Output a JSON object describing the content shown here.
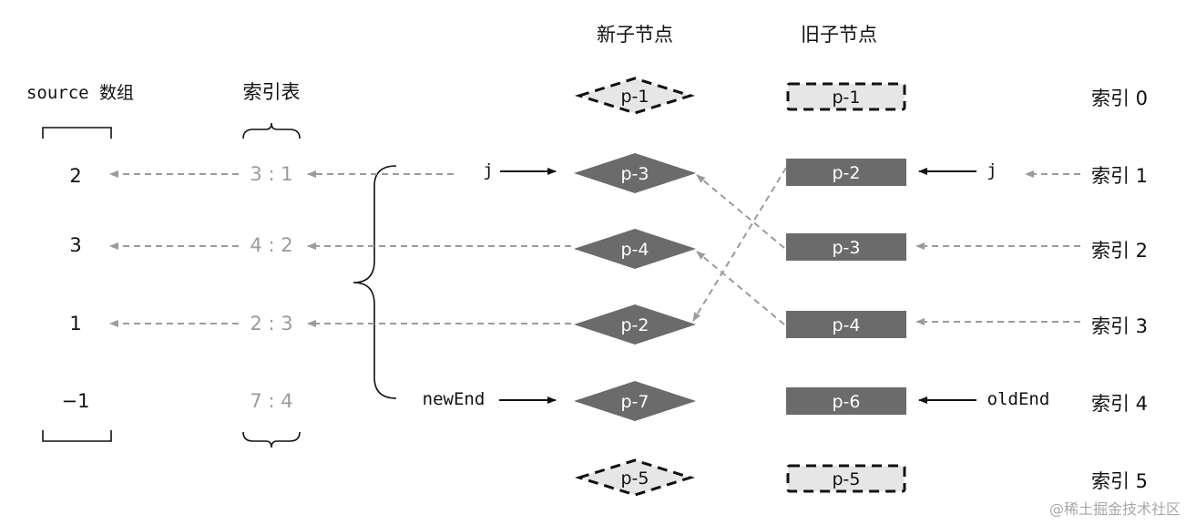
{
  "headers": {
    "new_children": "新子节点",
    "old_children": "旧子节点",
    "source_array": "source 数组",
    "key_index": "索引表"
  },
  "source_values": [
    "2",
    "3",
    "1",
    "−1"
  ],
  "key_index_entries": [
    "3 : 1",
    "4 : 2",
    "2 : 3",
    "7 : 4"
  ],
  "new_children": [
    {
      "label": "p-1",
      "style": "dashed"
    },
    {
      "label": "p-3",
      "style": "solid"
    },
    {
      "label": "p-4",
      "style": "solid"
    },
    {
      "label": "p-2",
      "style": "solid"
    },
    {
      "label": "p-7",
      "style": "solid"
    },
    {
      "label": "p-5",
      "style": "dashed"
    }
  ],
  "old_children": [
    {
      "label": "p-1",
      "style": "dashed"
    },
    {
      "label": "p-2",
      "style": "solid"
    },
    {
      "label": "p-3",
      "style": "solid"
    },
    {
      "label": "p-4",
      "style": "solid"
    },
    {
      "label": "p-6",
      "style": "solid"
    },
    {
      "label": "p-5",
      "style": "dashed"
    }
  ],
  "index_labels": [
    "索引 0",
    "索引 1",
    "索引 2",
    "索引 3",
    "索引 4",
    "索引 5"
  ],
  "pointers": {
    "j_new": "j",
    "j_old": "j",
    "new_end": "newEnd",
    "old_end": "oldEnd"
  },
  "watermark": "@稀土掘金技术社区",
  "colors": {
    "solid_fill": "#6b6b6b",
    "dashed_fill": "#e6e6e6",
    "dashed_arrow": "#9b9b9b",
    "muted_text": "#9b9b9b",
    "text": "#111111"
  }
}
